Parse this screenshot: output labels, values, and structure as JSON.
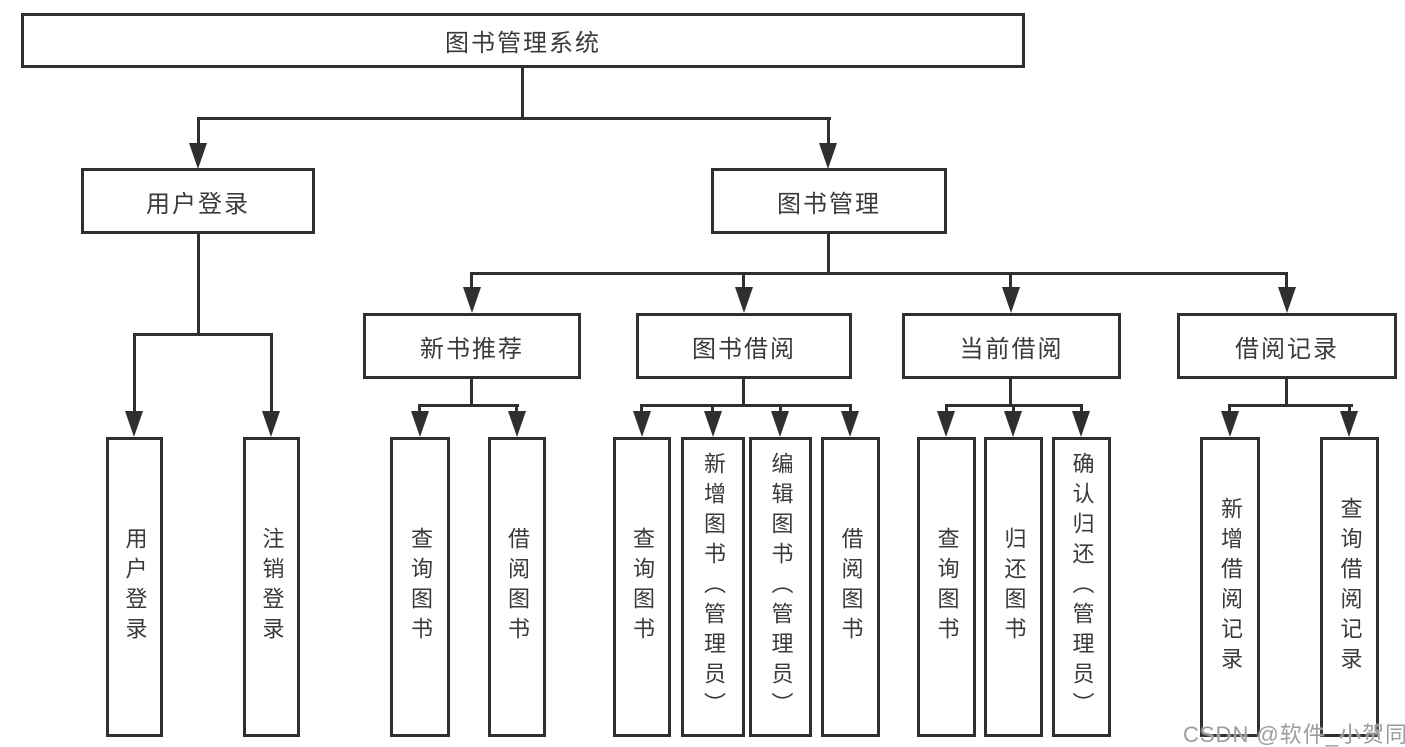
{
  "tree": {
    "root": {
      "label": "图书管理系统"
    },
    "branches": [
      {
        "label": "用户登录",
        "leaves": [
          {
            "label": "用户登录"
          },
          {
            "label": "注销登录"
          }
        ]
      },
      {
        "label": "图书管理",
        "groups": [
          {
            "label": "新书推荐",
            "leaves": [
              {
                "label": "查询图书"
              },
              {
                "label": "借阅图书"
              }
            ]
          },
          {
            "label": "图书借阅",
            "leaves": [
              {
                "label": "查询图书"
              },
              {
                "label": "新增图书（管理员）"
              },
              {
                "label": "编辑图书（管理员）"
              },
              {
                "label": "借阅图书"
              }
            ]
          },
          {
            "label": "当前借阅",
            "leaves": [
              {
                "label": "查询图书"
              },
              {
                "label": "归还图书"
              },
              {
                "label": "确认归还（管理员）"
              }
            ]
          },
          {
            "label": "借阅记录",
            "leaves": [
              {
                "label": "新增借阅记录"
              },
              {
                "label": "查询借阅记录"
              }
            ]
          }
        ]
      }
    ]
  },
  "watermark": {
    "text": "CSDN @软件_小贺同学"
  },
  "colors": {
    "line": "#2f2f2f",
    "box_border": "#2f2f2f",
    "box_fill": "#ffffff",
    "text": "#3a3a3a",
    "watermark": "#9c9ca2",
    "background": "#ffffff"
  }
}
